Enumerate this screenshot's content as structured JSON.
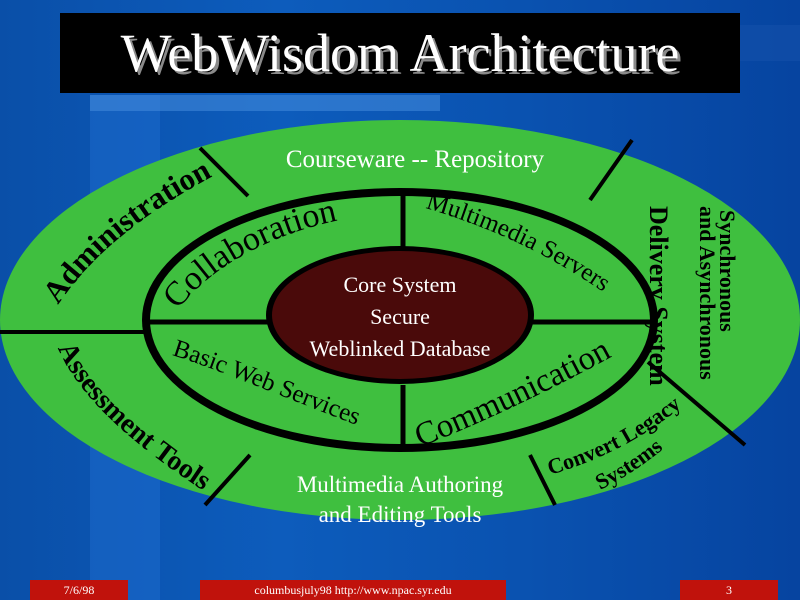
{
  "slide": {
    "title": "WebWisdom Architecture",
    "footer_date": "7/6/98",
    "footer_source": "columbusjuly98 http://www.npac.syr.edu",
    "footer_page": "3"
  },
  "colors": {
    "ring_green": "#3fbf3f",
    "dark_center": "#4a0a0a",
    "title_bg": "#000000",
    "footer_bg": "#c0120c"
  },
  "outer_ring": {
    "courseware": "Courseware -- Repository",
    "administration": "Administration",
    "synchronous_line1": "Synchronous",
    "synchronous_line2": "and Asynchronous",
    "delivery": "Delivery System",
    "assessment": "Assessment Tools",
    "legacy_line1": "Convert Legacy",
    "legacy_line2": "Systems",
    "authoring_line1": "Multimedia Authoring",
    "authoring_line2": "and Editing Tools"
  },
  "inner_ring": {
    "collaboration": "Collaboration",
    "multimedia_servers": "Multimedia Servers",
    "basic_web": "Basic Web Services",
    "communication": "Communication"
  },
  "core": {
    "line1": "Core System",
    "line2": "Secure",
    "line3": "Weblinked Database"
  }
}
